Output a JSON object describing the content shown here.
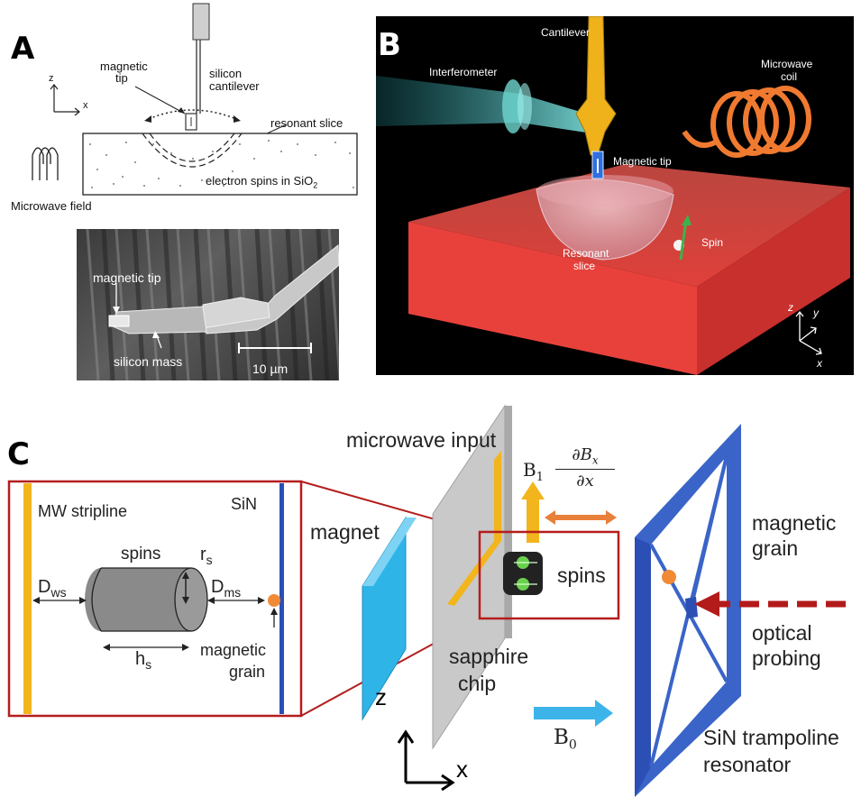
{
  "panels": {
    "a": {
      "letter": "A",
      "magnetic_tip": "magnetic",
      "magnetic_tip2": "tip",
      "silicon_cantilever": "silicon",
      "silicon_cantilever2": "cantilever",
      "resonant_slice": "resonant slice",
      "electron_spins": "electron spins in SiO",
      "electron_spins_sub": "2",
      "microwave_field": "Microwave field",
      "axis_z": "z",
      "axis_x": "x",
      "sem_magnetic_tip": "magnetic tip",
      "sem_silicon_mass": "silicon mass",
      "sem_scale": "10 µm"
    },
    "b": {
      "letter": "B",
      "cantilever": "Cantilever",
      "interferometer": "Interferometer",
      "microwave_coil": "Microwave",
      "microwave_coil2": "coil",
      "magnetic_tip": "Magnetic tip",
      "resonant_slice": "Resonant",
      "resonant_slice2": "slice",
      "spin": "Spin",
      "axis_z": "z",
      "axis_y": "y",
      "axis_x": "x"
    },
    "c": {
      "letter": "C",
      "microwave_input": "microwave input",
      "mw_stripline": "MW stripline",
      "sin": "SiN",
      "spins_inset": "spins",
      "r_s": "r",
      "r_s_sub": "s",
      "d_ws": "D",
      "d_ws_sub": "ws",
      "d_ms": "D",
      "d_ms_sub": "ms",
      "h_s": "h",
      "h_s_sub": "s",
      "magnetic_grain_inset": "magnetic",
      "magnetic_grain_inset2": "grain",
      "magnet": "magnet",
      "b1": "B",
      "b1_sub": "1",
      "gradient_num": "∂B",
      "gradient_num_sub": "x",
      "gradient_den": "∂x",
      "spins_main": "spins",
      "magnetic_grain": "magnetic",
      "magnetic_grain2": "grain",
      "optical_probing": "optical",
      "optical_probing2": "probing",
      "sapphire_chip": "sapphire",
      "sapphire_chip2": "chip",
      "b0": "B",
      "b0_sub": "0",
      "sin_trampoline": "SiN trampoline",
      "sin_trampoline2": "resonator",
      "axis_z": "z",
      "axis_x": "x"
    }
  },
  "colors": {
    "stripline": "#f2b51d",
    "sin_line": "#2b4fb4",
    "grain": "#f08a34",
    "inset_border": "#b51d1d",
    "magnet": "#2fb4e8",
    "chip": "#c9c9c9",
    "trampoline": "#3a64c8",
    "probe_arrow": "#b31a1a",
    "b0_arrow": "#3cb4ea",
    "gradient_arrow": "#e8803a",
    "slab_red": "#e23a3a"
  }
}
